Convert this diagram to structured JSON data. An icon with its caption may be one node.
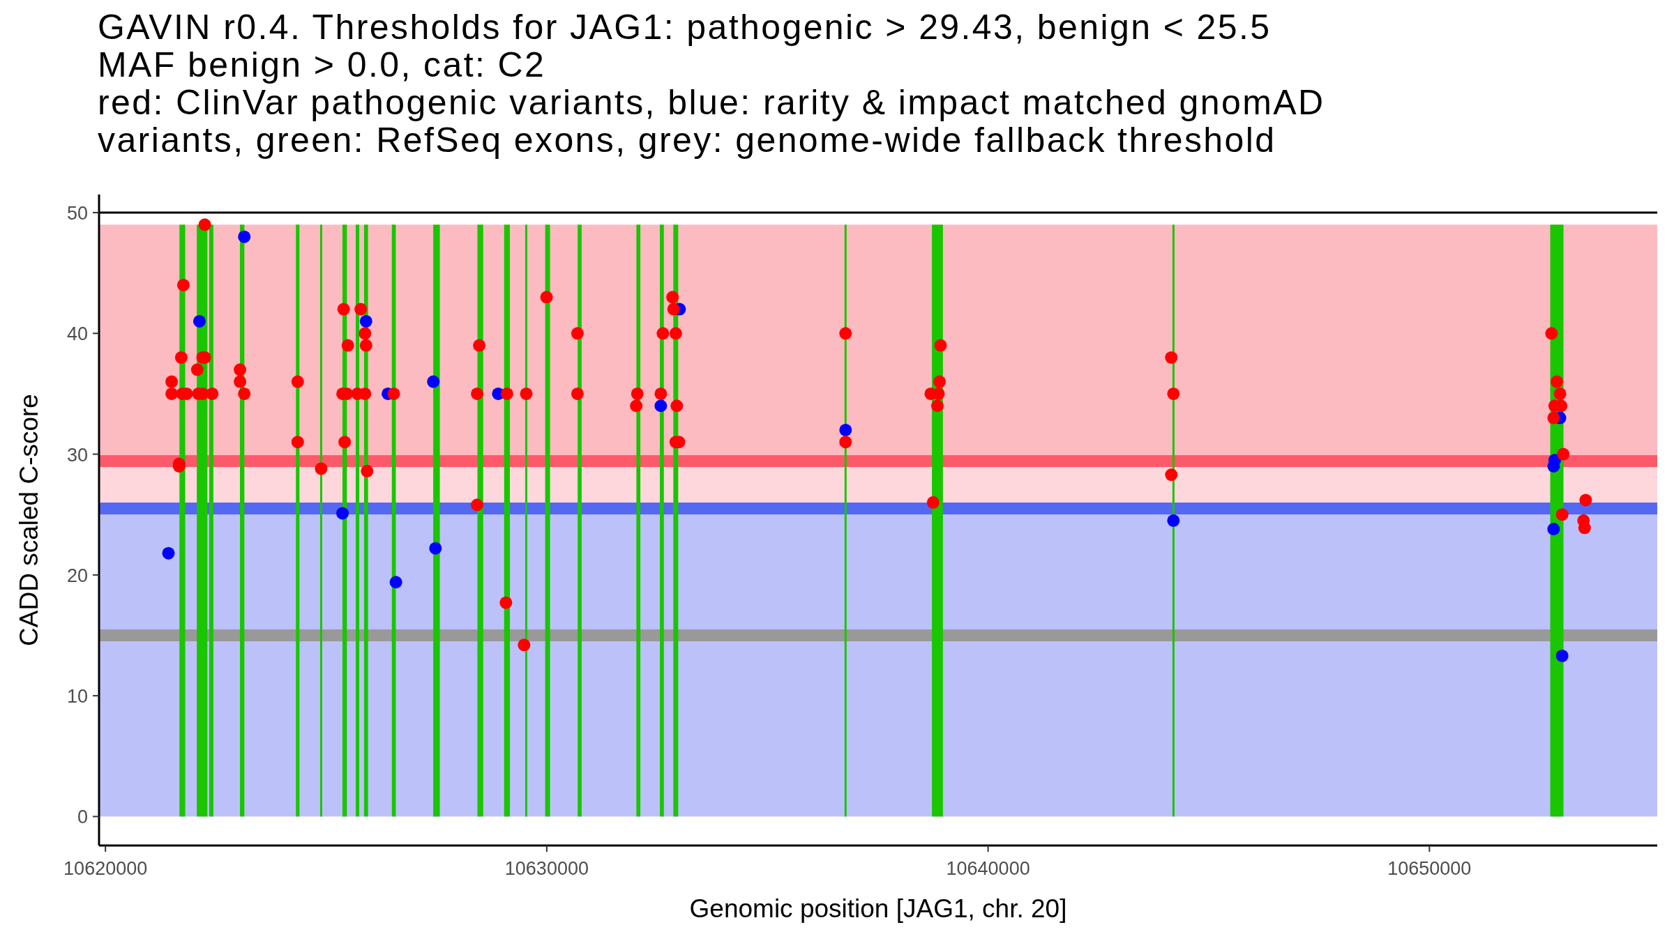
{
  "diagram": {
    "title": "GAVIN r0.4. Thresholds for JAG1: pathogenic > 29.43, benign < 25.5",
    "labels": [
      "MAF benign > 0.0, cat: C2",
      "red: ClinVar pathogenic variants, blue: rarity & impact matched gnomAD variants, green: RefSeq exons, grey: genome-wide fallback threshold"
    ],
    "chart_data": {
      "type": "scatter",
      "xlabel": "Genomic position [JAG1, chr. 20]",
      "ylabel": "CADD scaled C-score",
      "xlim": [
        10619855,
        10655163
      ],
      "ylim": [
        -2.4,
        51.5
      ],
      "xticks": [
        10620000,
        10630000,
        10640000,
        10650000
      ],
      "yticks": [
        0,
        10,
        20,
        30,
        40,
        50
      ],
      "x": [
        10621428,
        10622130,
        10623146,
        10625372,
        10625905,
        10626400,
        10626582,
        10627429,
        10627478,
        10628900,
        10632584,
        10633010,
        10636771,
        10644200,
        10652960,
        10652839,
        10652815,
        10652815,
        10653009,
        10621500,
        10621500,
        10621670,
        10621670,
        10621718,
        10621767,
        10621742,
        10621839,
        10622081,
        10622105,
        10622202,
        10622251,
        10622251,
        10622202,
        10622420,
        10623049,
        10623049,
        10623146,
        10624356,
        10624356,
        10624888,
        10625397,
        10625372,
        10625421,
        10625493,
        10625469,
        10625784,
        10625711,
        10625881,
        10625905,
        10625881,
        10625929,
        10626534,
        10628422,
        10628470,
        10628422,
        10629099,
        10629075,
        10629535,
        10629486,
        10629995,
        10630696,
        10630696,
        10632052,
        10632027,
        10632584,
        10632632,
        10632850,
        10632874,
        10632923,
        10632947,
        10632923,
        10632995,
        10636771,
        10636771,
        10638700,
        10638852,
        10638900,
        10638876,
        10638924,
        10638755,
        10644152,
        10644200,
        10644152,
        10652767,
        10652815,
        10652839,
        10652888,
        10652960,
        10652985,
        10653033,
        10653009,
        10653493,
        10653541,
        10653517
      ],
      "series": [
        {
          "color": "#0000ff",
          "values": [
            21.8,
            41,
            48,
            25.1,
            41,
            35,
            19.4,
            36,
            22.2,
            35,
            34,
            42,
            32,
            24.5,
            33,
            29.5,
            29,
            23.8,
            13.3,
            null,
            null,
            null,
            null,
            null,
            null,
            null,
            null,
            null,
            null,
            null,
            null,
            null,
            null,
            null,
            null,
            null,
            null,
            null,
            null,
            null,
            null,
            null,
            null,
            null,
            null,
            null,
            null,
            null,
            null,
            null,
            null,
            null,
            null,
            null,
            null,
            null,
            null,
            null,
            null,
            null,
            null,
            null,
            null,
            null,
            null,
            null,
            null,
            null,
            null,
            null,
            null,
            null,
            null,
            null,
            null,
            null,
            null,
            null,
            null,
            null,
            null,
            null,
            null,
            null,
            null,
            null,
            null,
            null,
            null,
            null,
            null,
            null,
            null,
            null
          ]
        },
        {
          "color": "#ff0000",
          "values": [
            null,
            null,
            null,
            null,
            null,
            null,
            null,
            null,
            null,
            null,
            null,
            null,
            null,
            null,
            null,
            null,
            null,
            null,
            null,
            36,
            35,
            29.2,
            29,
            38,
            44,
            35,
            35,
            37,
            35,
            38,
            49,
            38,
            35,
            35,
            37,
            36,
            35,
            36,
            31,
            28.8,
            42,
            35,
            31,
            39,
            35,
            42,
            35,
            40,
            39,
            35,
            28.6,
            35,
            35,
            39,
            25.8,
            35,
            17.7,
            35,
            14.2,
            43,
            40,
            35,
            35,
            34,
            35,
            40,
            43,
            42,
            40,
            34,
            31,
            31,
            40,
            31,
            35,
            34,
            36,
            35,
            39,
            26,
            38,
            35,
            28.3,
            40,
            33,
            34,
            36,
            35,
            34,
            30,
            25,
            24.5,
            26.2,
            23.9
          ]
        }
      ],
      "bands": [
        {
          "axis": "y",
          "from": 29.43,
          "to": 49,
          "color": "#fcbbc0"
        },
        {
          "axis": "y",
          "from": 25.5,
          "to": 29.43,
          "color": "#fdd7db"
        },
        {
          "axis": "y",
          "from": 0,
          "to": 25.5,
          "color": "#bcc1f9"
        },
        {
          "axis": "x",
          "from": 10621677,
          "to": 10621807,
          "color": "#19c600"
        },
        {
          "axis": "x",
          "from": 10622070,
          "to": 10622310,
          "color": "#19c600"
        },
        {
          "axis": "x",
          "from": 10622350,
          "to": 10622445,
          "color": "#19c600"
        },
        {
          "axis": "x",
          "from": 10623048,
          "to": 10623148,
          "color": "#19c600"
        },
        {
          "axis": "x",
          "from": 10624316,
          "to": 10624396,
          "color": "#19c600"
        },
        {
          "axis": "x",
          "from": 10624873,
          "to": 10624903,
          "color": "#19c600"
        },
        {
          "axis": "x",
          "from": 10625371,
          "to": 10625471,
          "color": "#19c600"
        },
        {
          "axis": "x",
          "from": 10625671,
          "to": 10625751,
          "color": "#19c600"
        },
        {
          "axis": "x",
          "from": 10625860,
          "to": 10625950,
          "color": "#19c600"
        },
        {
          "axis": "x",
          "from": 10626489,
          "to": 10626579,
          "color": "#19c600"
        },
        {
          "axis": "x",
          "from": 10627427,
          "to": 10627577,
          "color": "#19c600"
        },
        {
          "axis": "x",
          "from": 10628429,
          "to": 10628559,
          "color": "#19c600"
        },
        {
          "axis": "x",
          "from": 10629034,
          "to": 10629164,
          "color": "#19c600"
        },
        {
          "axis": "x",
          "from": 10629515,
          "to": 10629555,
          "color": "#19c600"
        },
        {
          "axis": "x",
          "from": 10629964,
          "to": 10630074,
          "color": "#19c600"
        },
        {
          "axis": "x",
          "from": 10630700,
          "to": 10630790,
          "color": "#19c600"
        },
        {
          "axis": "x",
          "from": 10632031,
          "to": 10632121,
          "color": "#19c600"
        },
        {
          "axis": "x",
          "from": 10632563,
          "to": 10632653,
          "color": "#19c600"
        },
        {
          "axis": "x",
          "from": 10632868,
          "to": 10632978,
          "color": "#19c600"
        },
        {
          "axis": "x",
          "from": 10636751,
          "to": 10636791,
          "color": "#19c600"
        },
        {
          "axis": "x",
          "from": 10638727,
          "to": 10638977,
          "color": "#19c600"
        },
        {
          "axis": "x",
          "from": 10644183,
          "to": 10644218,
          "color": "#19c600"
        },
        {
          "axis": "x",
          "from": 10652738,
          "to": 10653038,
          "color": "#19c600"
        }
      ],
      "ref_lines": [
        {
          "axis": "y",
          "value": 29.43,
          "color": "#fc5a6a"
        },
        {
          "axis": "y",
          "value": 25.5,
          "color": "#5468f2"
        },
        {
          "axis": "y",
          "value": 15,
          "color": "#999999"
        }
      ]
    }
  }
}
